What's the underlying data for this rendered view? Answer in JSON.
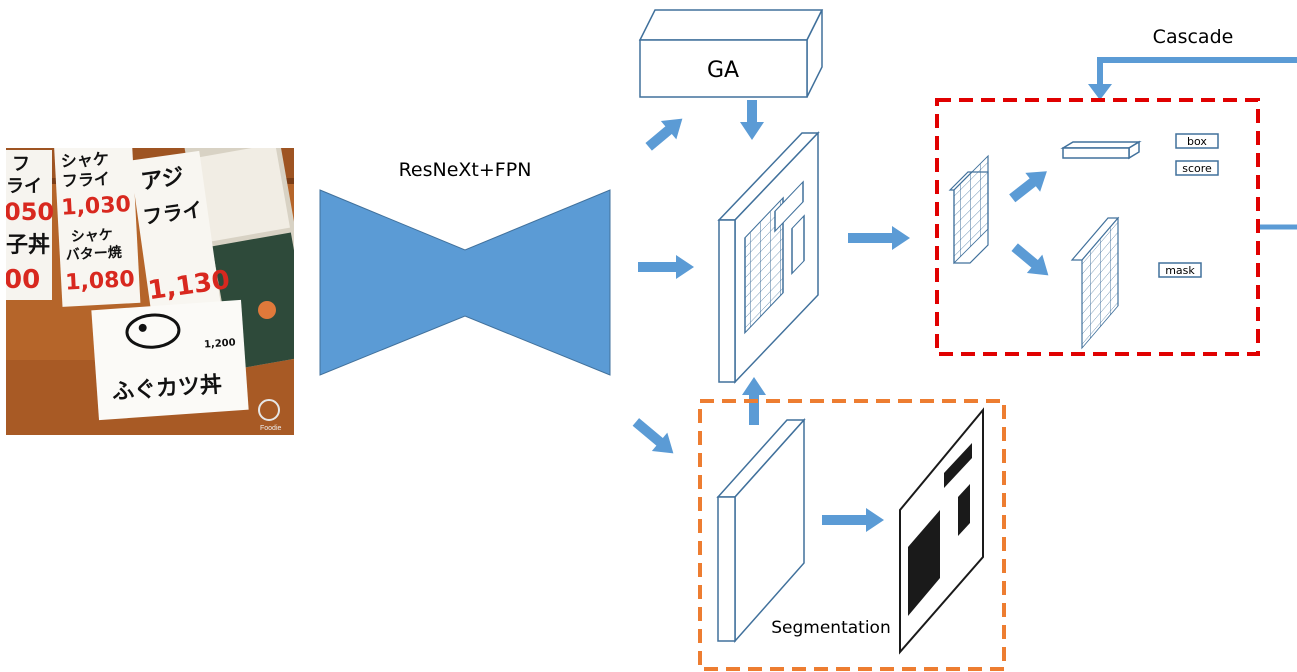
{
  "input_image": {
    "signs": [
      {
        "lines": [
          "フ",
          "ライ",
          "050"
        ]
      },
      {
        "lines": [
          "シャケ",
          "フライ",
          "1,030"
        ]
      },
      {
        "lines": [
          "子丼",
          "00"
        ]
      },
      {
        "lines": [
          "シャケ",
          "バター焼",
          "1,080"
        ]
      },
      {
        "lines": [
          "アジ",
          "フライ",
          "1,130"
        ]
      },
      {
        "lines": [
          "ふぐカツ丼",
          "1,200"
        ]
      }
    ],
    "watermark": "Foodie"
  },
  "backbone": {
    "label": "ResNeXt+FPN"
  },
  "ga": {
    "label": "GA"
  },
  "cascade": {
    "label": "Cascade"
  },
  "head": {
    "box_label": "box",
    "score_label": "score",
    "mask_label": "mask"
  },
  "segmentation": {
    "label": "Segmentation"
  },
  "colors": {
    "arrow": "#5b9bd5",
    "backbone": "#5b9bd5",
    "box_stroke": "#41719c",
    "cascade_border": "#e00000",
    "segmentation_border": "#ed7d31",
    "mask_fill": "#1a1a1a"
  }
}
